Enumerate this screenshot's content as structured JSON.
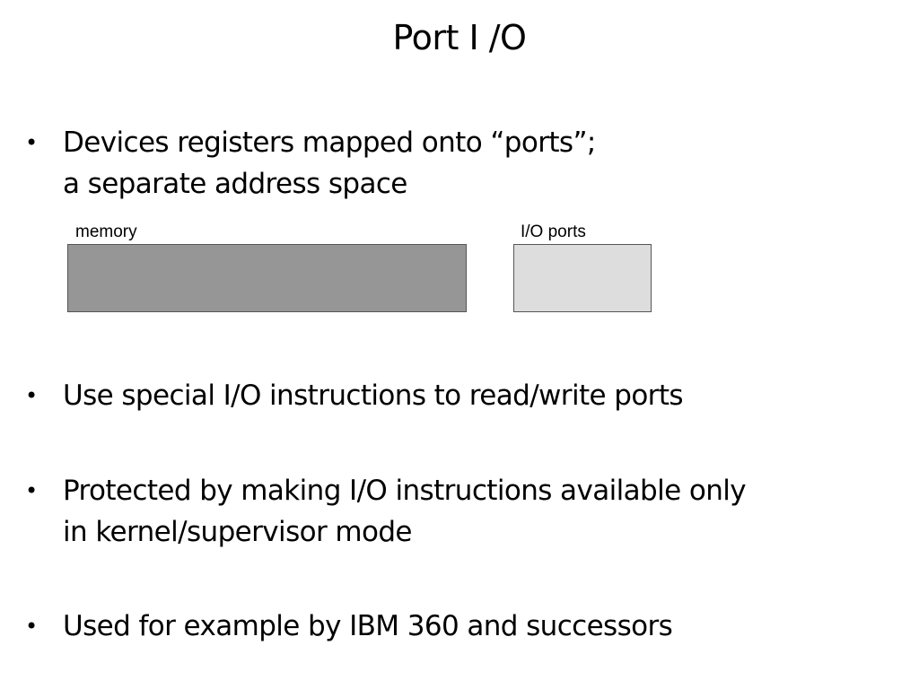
{
  "slide": {
    "title": "Port I /O",
    "bullet_symbol": "•",
    "bullets": [
      {
        "lines": [
          "Devices registers mapped onto “ports”;",
          "a separate address space"
        ]
      },
      {
        "lines": [
          "Use special I/O instructions to read/write ports"
        ]
      },
      {
        "lines": [
          "Protected by making I/O instructions available only",
          "in kernel/supervisor mode"
        ]
      },
      {
        "lines": [
          "Used for example by IBM 360 and successors"
        ]
      }
    ],
    "diagram": {
      "memory_label": "memory",
      "ports_label": "I/O ports",
      "memory_color": "#969696",
      "ports_color": "#dddddd"
    }
  }
}
